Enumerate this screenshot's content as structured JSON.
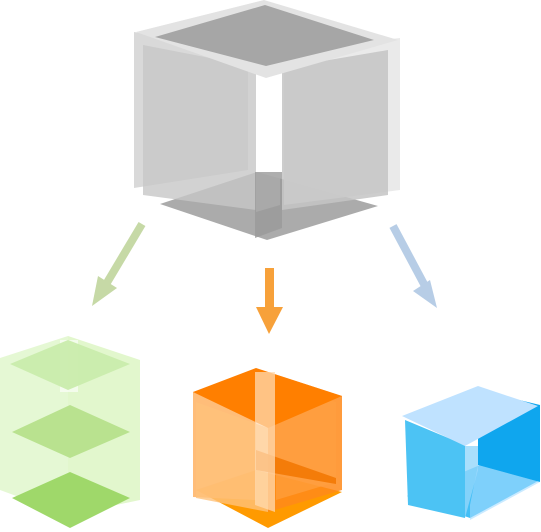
{
  "diagram": {
    "type": "cube-decomposition",
    "source": {
      "name": "source-cube",
      "color": "#bdbdbd",
      "dark_color": "#8f8f8f"
    },
    "arrows": [
      {
        "name": "arrow-left",
        "color": "#c6d9a6"
      },
      {
        "name": "arrow-center",
        "color": "#f7a13a"
      },
      {
        "name": "arrow-right",
        "color": "#b7cde6"
      }
    ],
    "results": [
      {
        "name": "green-layered-cube",
        "color": "#9fd86a",
        "light_color": "#e2f7cf",
        "slices": 3
      },
      {
        "name": "orange-split-cube",
        "color": "#ff8a00",
        "light_color": "#ffc27a"
      },
      {
        "name": "blue-corner-cube",
        "color": "#14a9f0",
        "light_color": "#bfe2ff"
      }
    ]
  }
}
